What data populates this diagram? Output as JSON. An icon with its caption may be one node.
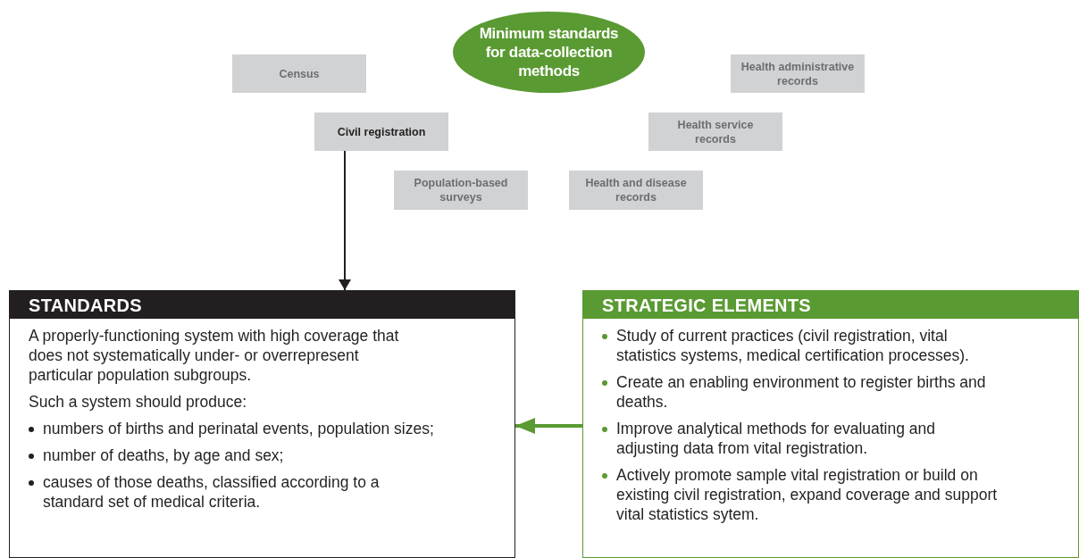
{
  "diagram": {
    "nodes": [
      {
        "text": [
          "Minimum standards for data-collection methods"
        ]
      },
      {
        "text": [
          "Census"
        ]
      },
      {
        "text": [
          "Health administrative records"
        ]
      },
      {
        "text": [
          "Civil registration"
        ]
      },
      {
        "text": [
          "Health service records"
        ]
      },
      {
        "text": [
          "Population-based surveys"
        ]
      },
      {
        "text": [
          "Health and disease records"
        ]
      },
      {
        "text": [
          "STANDARDS",
          "A properly-functioning system with high coverage that does not systematically under- or overrepresent particular population subgroups.",
          "Such a system should produce:",
          "numbers of births and perinatal events, population sizes;",
          "number of deaths, by age and sex;",
          "causes of those deaths, classified according to a standard set of medical criteria."
        ]
      },
      {
        "text": [
          "STRATEGIC ELEMENTS",
          "Study of current practices (civil registration, vital statistics systems, medical certification processes).",
          "Create an enabling environment to register births and deaths.",
          "Improve analytical methods for evaluating and adjusting data from vital registration.",
          "Actively promote sample vital registration or build on existing civil registration, expand coverage and support vital statistics sytem."
        ]
      }
    ],
    "edges": [
      {
        "from": 3,
        "to": 7,
        "arrow": "to"
      },
      {
        "from": 8,
        "to": 7,
        "arrow": "to",
        "style": "thick",
        "color": "#5a9a32"
      }
    ]
  }
}
